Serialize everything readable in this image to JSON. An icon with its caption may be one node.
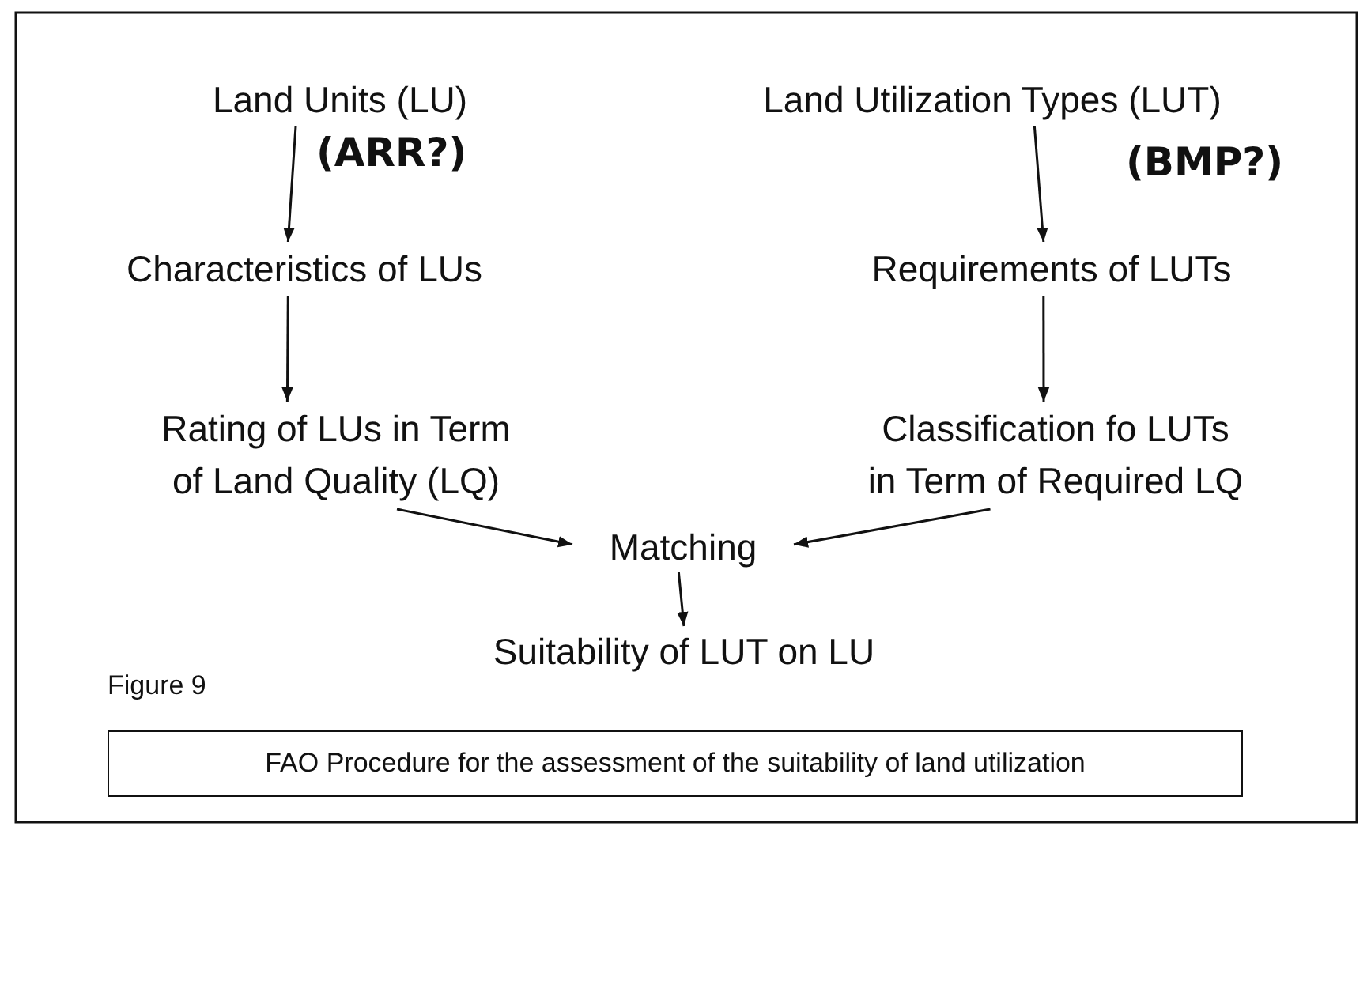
{
  "diagram": {
    "caption": "FAO Procedure for the assessment of the suitability of land utilization",
    "nodes": [
      {
        "text": [
          "Land Units (LU)"
        ]
      },
      {
        "text": [
          "Land Utilization Types (LUT)"
        ]
      },
      {
        "text": [
          "Characteristics of LUs"
        ]
      },
      {
        "text": [
          "Requirements of LUTs"
        ]
      },
      {
        "text": [
          "Rating of LUs in Term of Land Quality (LQ)"
        ]
      },
      {
        "text": [
          "Classification fo LUTs in Term of Required LQ"
        ]
      },
      {
        "text": [
          "Matching"
        ]
      },
      {
        "text": [
          "Suitability of LUT on LU"
        ]
      }
    ],
    "edges": [
      {
        "from": 0,
        "to": 2,
        "arrow": "to"
      },
      {
        "from": 1,
        "to": 3,
        "arrow": "to"
      },
      {
        "from": 2,
        "to": 4,
        "arrow": "to"
      },
      {
        "from": 3,
        "to": 5,
        "arrow": "to"
      },
      {
        "from": 4,
        "to": 6,
        "arrow": "to"
      },
      {
        "from": 5,
        "to": 6,
        "arrow": "to"
      },
      {
        "from": 6,
        "to": 7,
        "arrow": "to"
      }
    ],
    "labels": [
      "(ARR?)",
      "(BMP?)",
      "Figure 9"
    ]
  }
}
